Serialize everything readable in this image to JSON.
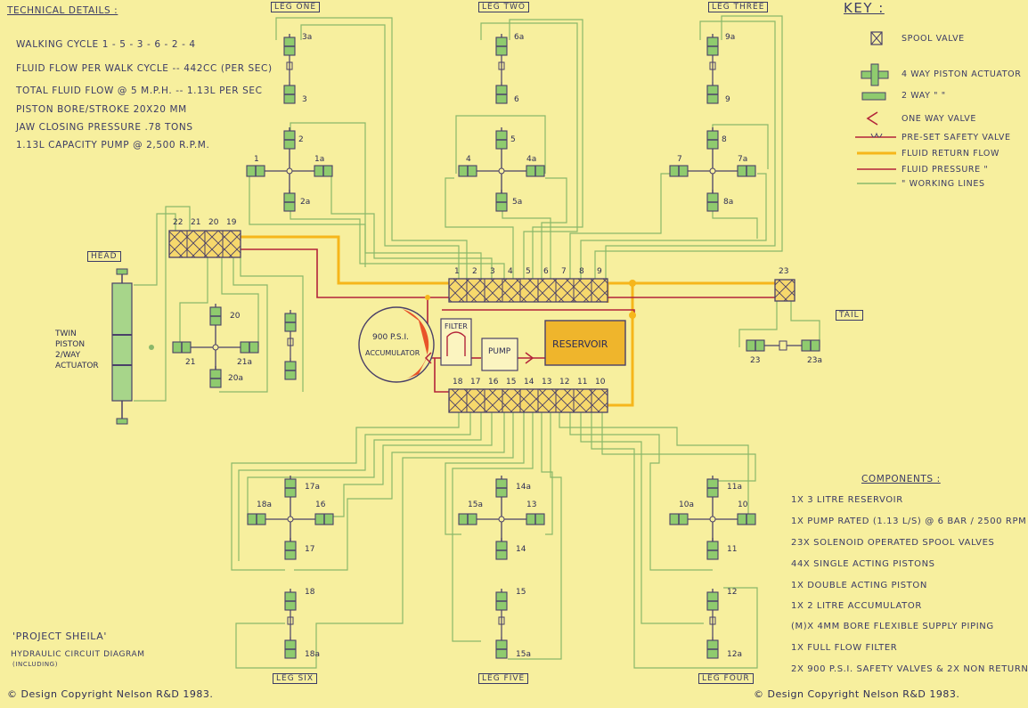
{
  "technical_details": {
    "title": "Technical Details :",
    "lines": [
      "Walking cycle   1 - 5 - 3 - 6 - 2 - 4",
      "Fluid flow per walk cycle -- 442cc (per sec)",
      "Total fluid flow @ 5 m.p.h. -- 1.13L per sec",
      "Piston bore/stroke  20x20 mm",
      "Jaw closing pressure  .78 tons",
      "1.13L capacity pump @ 2,500 R.P.M."
    ]
  },
  "key": {
    "title": "Key :",
    "items": [
      {
        "icon": "spool-valve-icon",
        "label": "Spool valve"
      },
      {
        "icon": "four-way-actuator-icon",
        "label": "4 way piston actuator"
      },
      {
        "icon": "two-way-actuator-icon",
        "label": "2 way  \"    \""
      },
      {
        "icon": "one-way-valve-icon",
        "label": "One way valve"
      },
      {
        "icon": "safety-valve-icon",
        "label": "Pre-set safety valve"
      },
      {
        "icon": "return-flow-line-icon",
        "label": "Fluid return flow"
      },
      {
        "icon": "pressure-line-icon",
        "label": "Fluid pressure  \""
      },
      {
        "icon": "working-line-icon",
        "label": "\"  working lines"
      }
    ]
  },
  "colors": {
    "paper": "#f7ef9e",
    "return_flow": "#f6b61b",
    "pressure": "#b3243a",
    "working": "#7cab52",
    "reservoir": "#efb52c",
    "accumulator": "#e8542a",
    "piston": "#8fcb6e"
  },
  "legs": {
    "one": "Leg one",
    "two": "Leg two",
    "three": "Leg three",
    "four": "Leg four",
    "five": "Leg five",
    "six": "Leg six"
  },
  "blocks": {
    "head": "Head",
    "tail": "Tail",
    "twin_actuator": [
      "Twin",
      "Piston",
      "2/Way",
      "Actuator"
    ],
    "accumulator": [
      "900 P.S.I.",
      "Accumulator"
    ],
    "filter": "Filter",
    "pump": "Pump",
    "reservoir": "Reservoir",
    "valve_23": "23"
  },
  "valve_numbers": {
    "top_bank": [
      "1",
      "2",
      "3",
      "4",
      "5",
      "6",
      "7",
      "8",
      "9"
    ],
    "bottom_bank": [
      "18",
      "17",
      "16",
      "15",
      "14",
      "13",
      "12",
      "11",
      "10"
    ],
    "head_bank": [
      "22",
      "21",
      "20",
      "19"
    ]
  },
  "piston_labels": {
    "leg_one": [
      "3a",
      "3",
      "2",
      "1",
      "1a",
      "2a"
    ],
    "leg_two": [
      "6a",
      "6",
      "5",
      "4",
      "4a",
      "5a"
    ],
    "leg_three": [
      "9a",
      "9",
      "8",
      "7",
      "7a",
      "8a"
    ],
    "head": [
      "20",
      "21",
      "21a",
      "20a"
    ],
    "tail": [
      "23",
      "23a"
    ],
    "leg_six": [
      "17a",
      "18a",
      "16",
      "17",
      "18",
      "18a"
    ],
    "leg_five": [
      "14a",
      "15a",
      "13",
      "14",
      "15",
      "15a"
    ],
    "leg_four": [
      "11a",
      "10a",
      "10",
      "11",
      "12",
      "12a"
    ]
  },
  "components": {
    "title": "Components :",
    "lines": [
      "1x  3 litre  reservoir",
      "1x  pump rated  (1.13 L/s) @ 6 bar / 2500 RPM",
      "23x  solenoid operated spool valves",
      "44x  single acting pistons",
      "1x  double acting piston",
      "1x  2 litre  accumulator",
      "(M)x  4mm bore flexible supply piping",
      "1x  full flow filter",
      "2x  900 P.S.I. safety valves & 2x non return"
    ]
  },
  "project": {
    "name": "'Project Sheila'",
    "subtitle": "Hydraulic circuit diagram",
    "note": "(Including)"
  },
  "copyright": "© Design Copyright  Nelson  R&D 1983."
}
